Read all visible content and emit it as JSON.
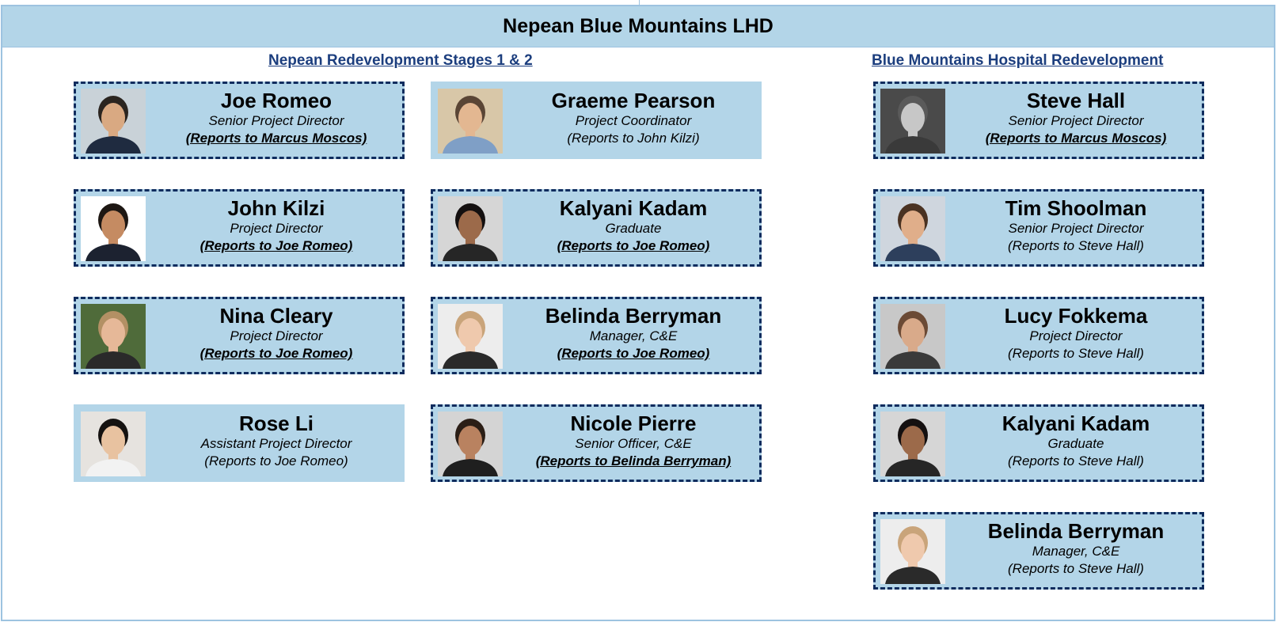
{
  "header": {
    "title": "Nepean Blue Mountains LHD"
  },
  "sections": [
    {
      "title": "Nepean Redevelopment Stages 1 & 2"
    },
    {
      "title": "Blue Mountains Hospital Redevelopment"
    }
  ],
  "colors": {
    "card_fill": "#b3d5e8",
    "dashed_border": "#0f2c5e",
    "section_title": "#1c3e7e",
    "frame": "#9dc3e0"
  },
  "cards": [
    {
      "name": "Joe Romeo",
      "role": "Senior Project Director",
      "reports": "(Reports to Marcus Moscos)"
    },
    {
      "name": "Graeme Pearson",
      "role": "Project Coordinator",
      "reports": "(Reports to John Kilzi)"
    },
    {
      "name": "Steve Hall",
      "role": "Senior Project Director",
      "reports": "(Reports to Marcus Moscos)"
    },
    {
      "name": "John Kilzi",
      "role": "Project Director",
      "reports": "(Reports to Joe Romeo)"
    },
    {
      "name": "Kalyani Kadam",
      "role": "Graduate",
      "reports": "(Reports to Joe Romeo)"
    },
    {
      "name": "Tim Shoolman",
      "role": "Senior Project Director",
      "reports": "(Reports to Steve Hall)"
    },
    {
      "name": "Nina Cleary",
      "role": "Project Director",
      "reports": "(Reports to Joe Romeo)"
    },
    {
      "name": "Belinda Berryman",
      "role": "Manager, C&E",
      "reports": "(Reports to Joe Romeo)"
    },
    {
      "name": "Lucy Fokkema",
      "role": "Project Director",
      "reports": "(Reports to Steve Hall)"
    },
    {
      "name": "Rose Li",
      "role": "Assistant Project Director",
      "reports": "(Reports to Joe Romeo)"
    },
    {
      "name": "Nicole Pierre",
      "role": "Senior Officer, C&E",
      "reports": "(Reports to Belinda Berryman)"
    },
    {
      "name": "Kalyani Kadam",
      "role": "Graduate",
      "reports": "(Reports to Steve Hall)"
    },
    {
      "name": "Belinda Berryman",
      "role": "Manager, C&E",
      "reports": "(Reports to Steve Hall)"
    }
  ]
}
